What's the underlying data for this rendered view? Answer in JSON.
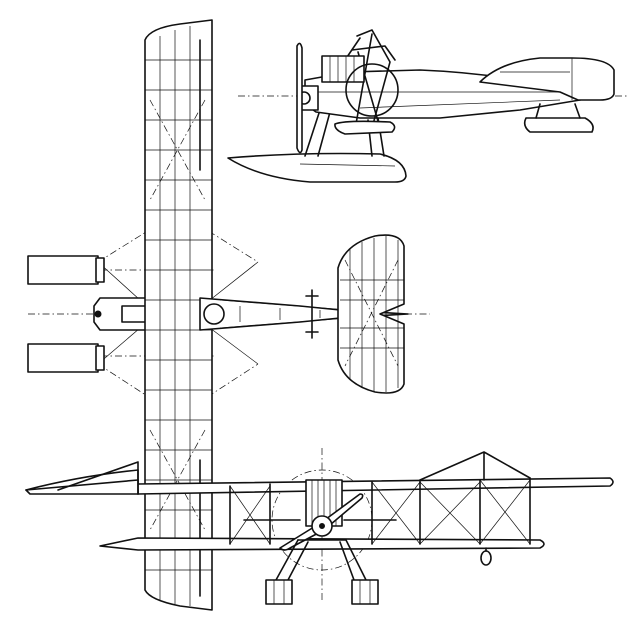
{
  "figure": {
    "type": "three-view technical drawing",
    "views": [
      "side-view",
      "plan-view",
      "front-view"
    ],
    "colors": {
      "ink": "#111111",
      "paper": "#ffffff"
    }
  }
}
